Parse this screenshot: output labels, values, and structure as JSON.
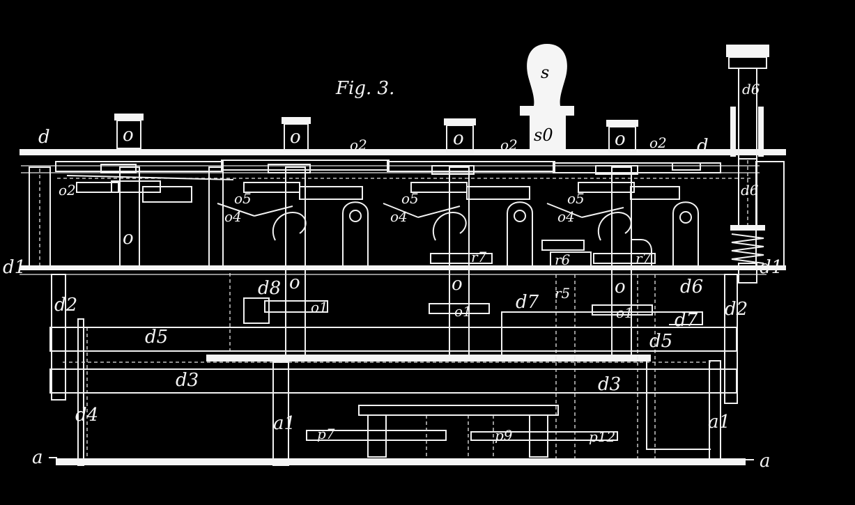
{
  "figure": {
    "title": "Fig. 3."
  },
  "colors": {
    "background": "#000000",
    "line": "#f2f2f2"
  },
  "labels": {
    "d_top_left": "d",
    "d_top_right": "d",
    "d1_left": "d1",
    "d1_right": "d1",
    "d2_left": "d2",
    "d2_right": "d2",
    "d3_left": "d3",
    "d3_right": "d3",
    "d4": "d4",
    "d5_left": "d5",
    "d5_right": "d5",
    "d6": "d6",
    "d6_upper": "d6",
    "d7_a": "d7",
    "d7_b": "d7",
    "d8": "d8",
    "o_cap_1": "o",
    "o_cap_2": "o",
    "o_cap_3": "o",
    "o_cap_4": "o",
    "o2_1": "o2",
    "o2_2": "o2",
    "o2_3": "o2",
    "o2_left": "o2",
    "o_left": "o",
    "o_mid1": "o",
    "o_mid2": "o",
    "o_mid3": "o",
    "o1_1": "o1",
    "o1_2": "o1",
    "o1_3": "o1",
    "o4_1": "o4",
    "o4_2": "o4",
    "o4_3": "o4",
    "o5_1": "o5",
    "o5_2": "o5",
    "o5_3": "o5",
    "s": "s",
    "s0": "s0",
    "a_left": "a",
    "a_right": "a",
    "a1_left": "a1",
    "a1_right": "a1",
    "p7": "p7",
    "p9": "p9",
    "p12": "p12",
    "r7": "r7",
    "r5": "r5",
    "r6": "r6",
    "r7b": "r7"
  }
}
